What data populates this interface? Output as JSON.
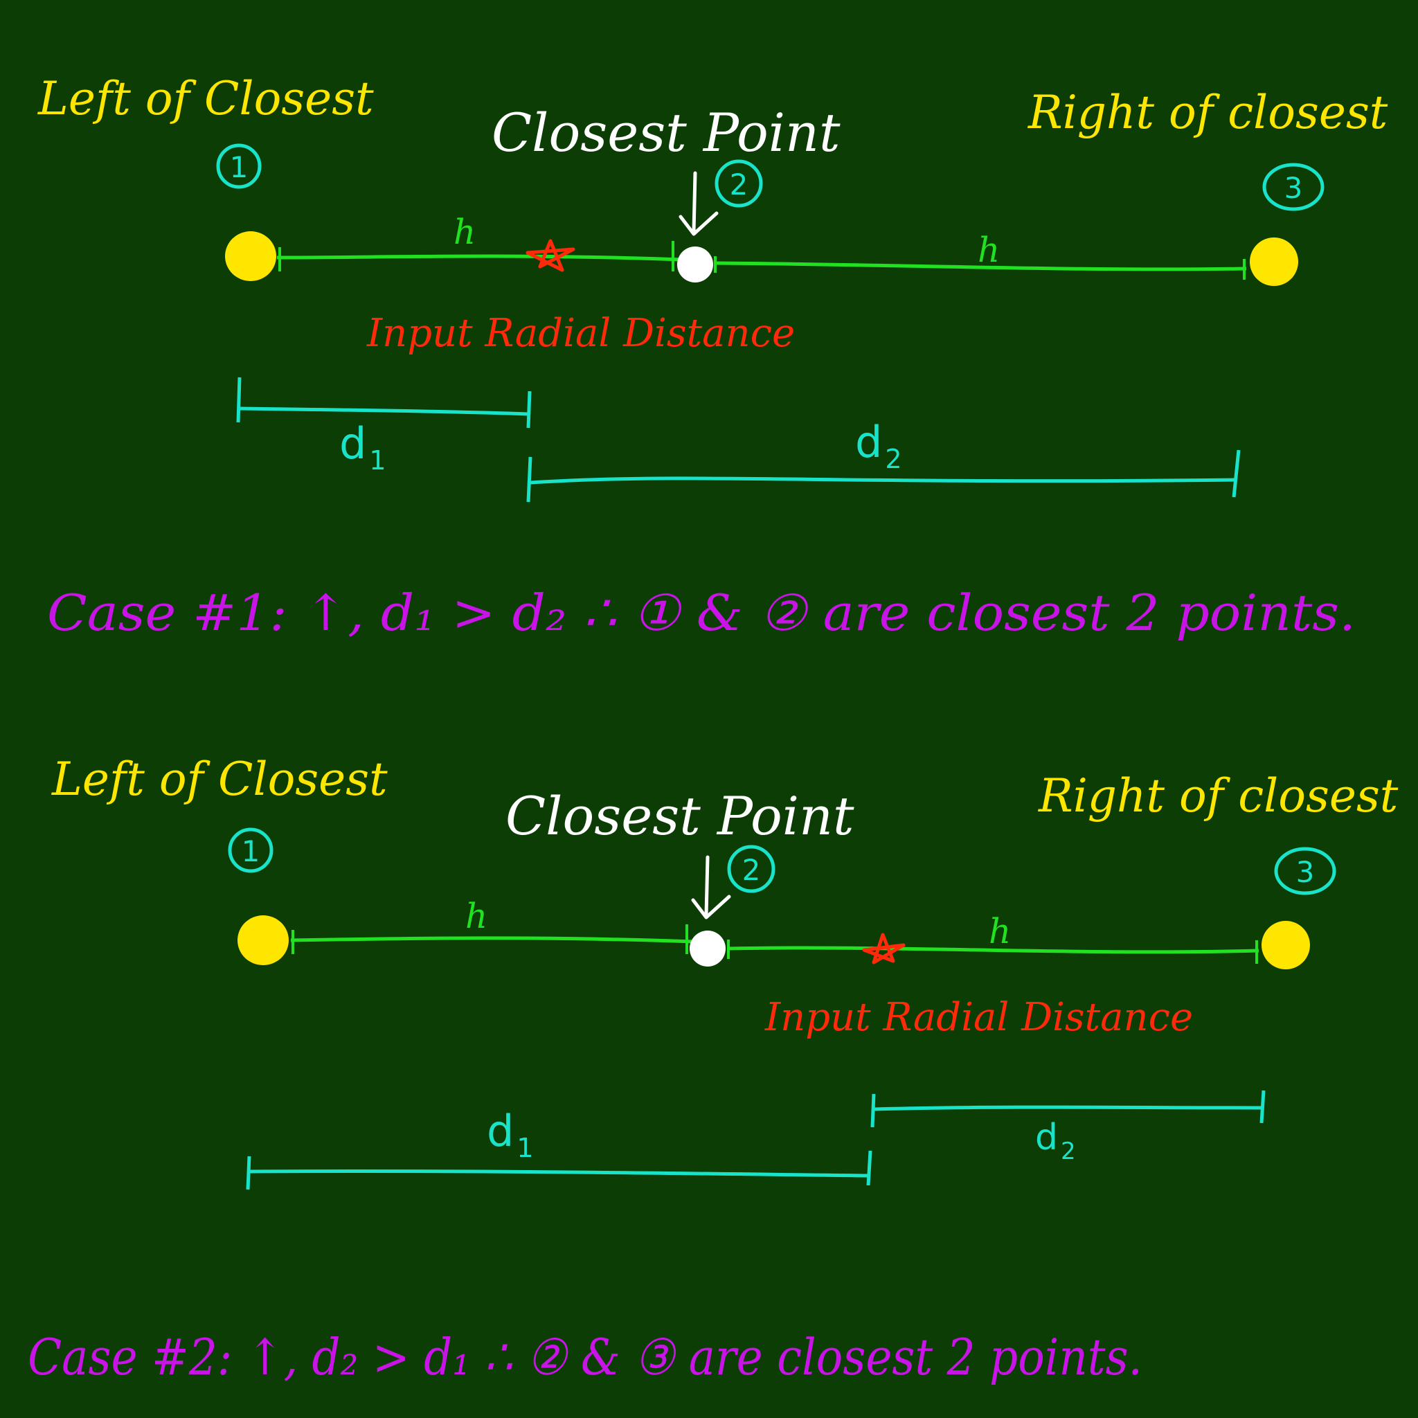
{
  "colors": {
    "background": "#0b3d05",
    "yellow": "#ffe600",
    "white": "#ffffff",
    "green": "#22e022",
    "cyan": "#19e3c8",
    "red": "#ff2a0a",
    "magenta": "#c814e6"
  },
  "case1": {
    "left_label": "Left of Closest",
    "closest_label": "Closest Point",
    "right_label": "Right of closest",
    "point_1": "1",
    "point_2": "2",
    "point_3": "3",
    "segment_h_left": "h",
    "segment_h_right": "h",
    "input_label": "Input Radial Distance",
    "d1_label": "d",
    "d1_sub": "1",
    "d2_label": "d",
    "d2_sub": "2",
    "conclusion": "Case #1: ↑, d₁ > d₂ ∴ ① & ② are closest 2 points."
  },
  "case2": {
    "left_label": "Left of Closest",
    "closest_label": "Closest Point",
    "right_label": "Right of closest",
    "point_1": "1",
    "point_2": "2",
    "point_3": "3",
    "segment_h_left": "h",
    "segment_h_right": "h",
    "input_label": "Input Radial Distance",
    "d1_label": "d",
    "d1_sub": "1",
    "d2_label": "d",
    "d2_sub": "2",
    "conclusion": "Case #2: ↑, d₂ > d₁ ∴ ② & ③ are closest 2 points."
  }
}
